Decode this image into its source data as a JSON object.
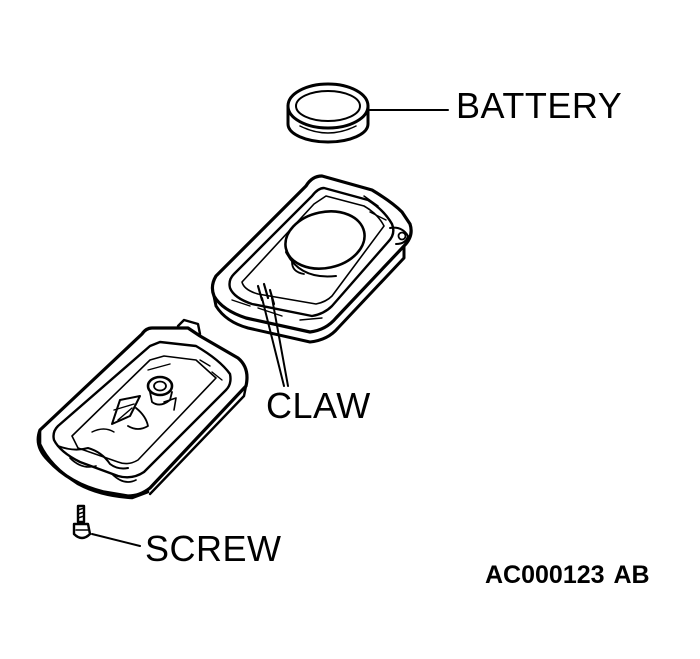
{
  "labels": {
    "battery": "BATTERY",
    "claw": "CLAW",
    "screw": "SCREW"
  },
  "figure_code": {
    "main": "AC000123",
    "suffix": "AB"
  },
  "colors": {
    "ink": "#000000",
    "paper": "#ffffff"
  }
}
